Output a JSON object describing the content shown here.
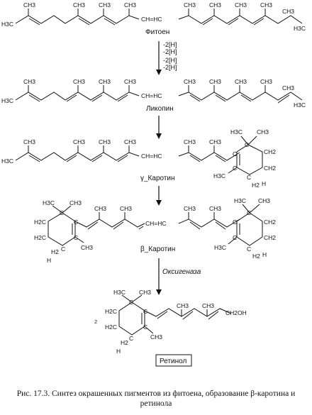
{
  "labels": {
    "ch3": "CH3",
    "h3c": "H3C",
    "ch2": "CH2",
    "h2c": "H2C",
    "h2": "H2",
    "ch2oh": "CH2OH",
    "ch_eq": "CH=HC",
    "c": "C",
    "h": "H"
  },
  "compounds": {
    "phytoene": "Фитоен",
    "lycopene": "Ликопин",
    "gamma_carotene": "γ_Каротин",
    "beta_carotene": "β_Каротин",
    "retinol": "Ретинол"
  },
  "steps": {
    "hydrogen": [
      "-2[H]",
      "-2[H]",
      "-2[H]",
      "-2[H]"
    ],
    "enzyme": "Оксигеназа",
    "stoich": "2"
  },
  "caption": "Рис. 17.3. Синтез окрашенных пигментов из фитоена, образование β-каротина и ретинола"
}
